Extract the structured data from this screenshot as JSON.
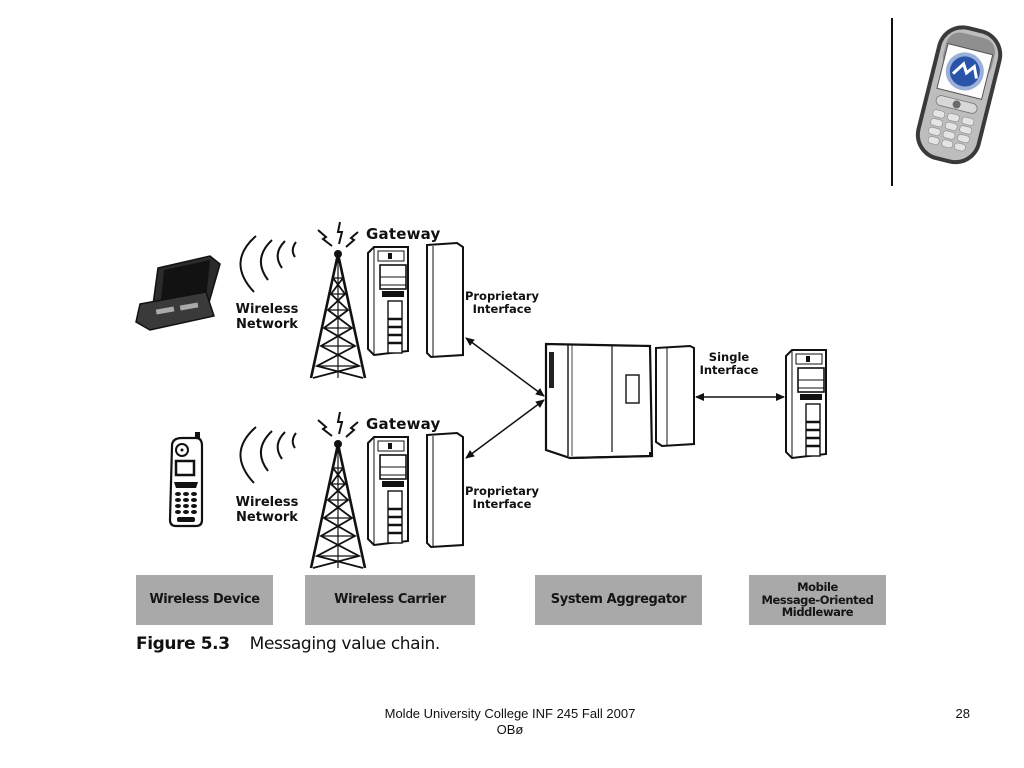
{
  "slide": {
    "page_number": "28",
    "footer_line1": "Molde University College INF 245 Fall 2007",
    "footer_line2": "OBø"
  },
  "header_image": {
    "icon": "mobile-phone-photo-icon",
    "description": "Nokia phone with college logo on screen"
  },
  "diagram": {
    "top_row": {
      "device_icon": "laptop-icon",
      "wireless_label_line1": "Wireless",
      "wireless_label_line2": "Network",
      "gateway_label": "Gateway",
      "interface_label_line1": "Proprietary",
      "interface_label_line2": "Interface"
    },
    "bottom_row": {
      "device_icon": "cell-phone-icon",
      "wireless_label_line1": "Wireless",
      "wireless_label_line2": "Network",
      "gateway_label": "Gateway",
      "interface_label_line1": "Proprietary",
      "interface_label_line2": "Interface"
    },
    "aggregator": {
      "icon": "mainframe-icon",
      "single_interface_line1": "Single",
      "single_interface_line2": "Interface"
    },
    "middleware": {
      "icon": "server-tower-icon"
    },
    "categories": [
      {
        "label": "Wireless Device"
      },
      {
        "label": "Wireless Carrier"
      },
      {
        "label": "System Aggregator"
      },
      {
        "line1": "Mobile",
        "line2": "Message-Oriented",
        "line3": "Middleware"
      }
    ],
    "caption": {
      "figure_number": "Figure 5.3",
      "text": "Messaging value chain."
    }
  }
}
